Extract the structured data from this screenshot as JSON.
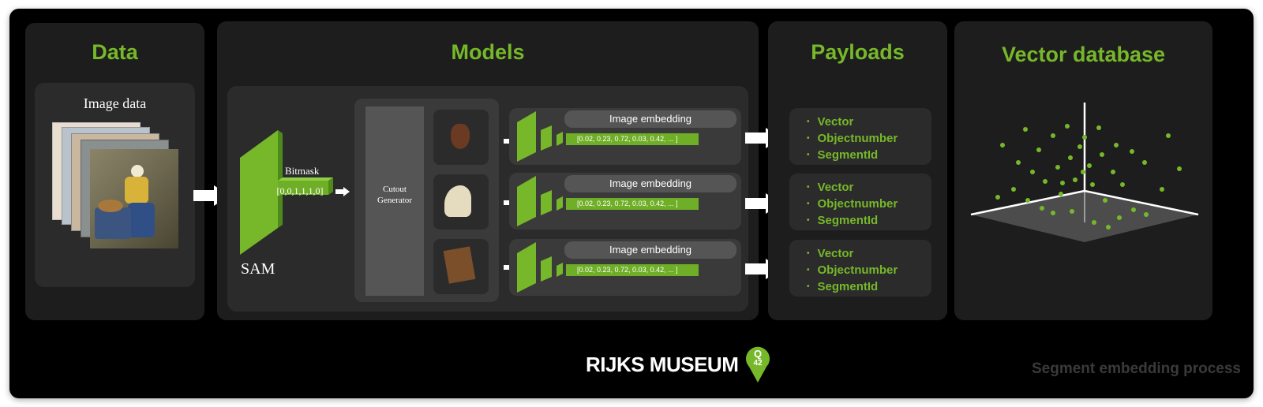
{
  "panels": {
    "data_title": "Data",
    "models_title": "Models",
    "payloads_title": "Payloads",
    "vector_title": "Vector database"
  },
  "data": {
    "image_data_label": "Image data"
  },
  "models": {
    "bitmask_label": "Bitmask",
    "bitmask_value": "[0,0,1,1,1,0]",
    "sam_label": "SAM",
    "cutout_label_line1": "Cutout",
    "cutout_label_line2": "Generator",
    "embeddings": [
      {
        "label": "Image embedding",
        "vector": "[0.02, 0.23, 0.72, 0.03, 0.42, ... ]"
      },
      {
        "label": "Image embedding",
        "vector": "[0.02, 0.23, 0.72, 0.03, 0.42, ... ]"
      },
      {
        "label": "Image embedding",
        "vector": "[0.02, 0.23, 0.72, 0.03, 0.42, ... ]"
      }
    ]
  },
  "payloads": [
    {
      "items": [
        "Vector",
        "Objectnumber",
        "SegmentId"
      ]
    },
    {
      "items": [
        "Vector",
        "Objectnumber",
        "SegmentId"
      ]
    },
    {
      "items": [
        "Vector",
        "Objectnumber",
        "SegmentId"
      ]
    }
  ],
  "footer": {
    "logo_text": "RIJKS MUSEUM",
    "badge_text": "42",
    "badge_letter": "Q",
    "caption": "Segment embedding process"
  },
  "colors": {
    "accent": "#76b82a",
    "background": "#000000",
    "panel": "#1d1d1d"
  }
}
